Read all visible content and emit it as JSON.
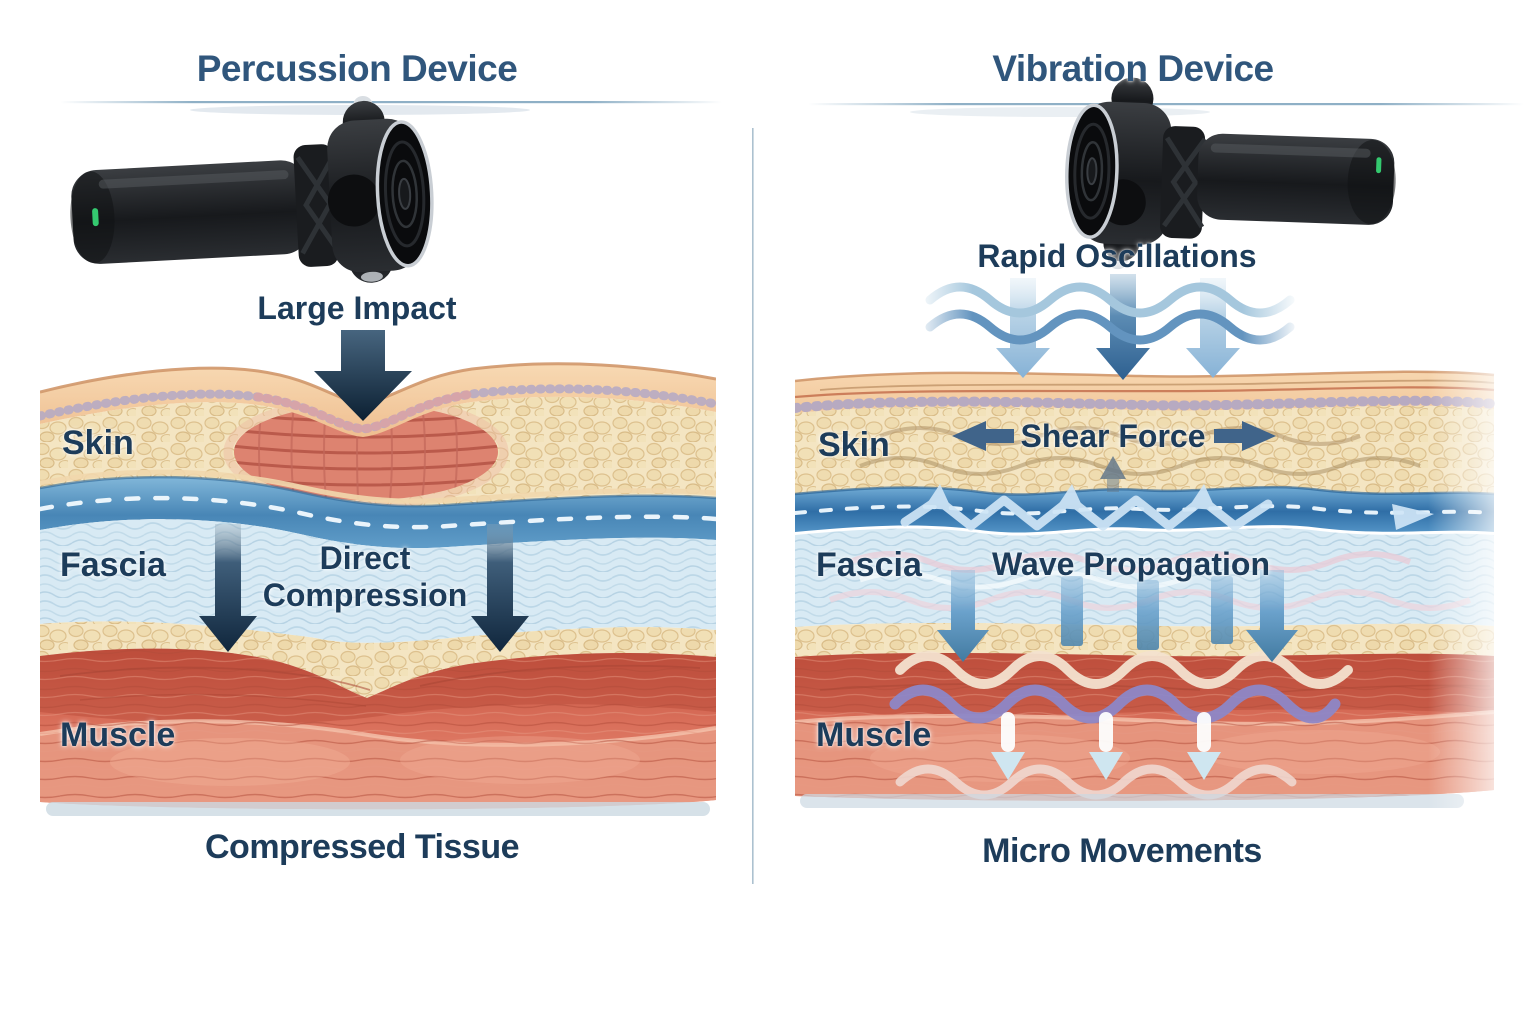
{
  "left_panel": {
    "title": "Percussion Device",
    "impact_label": "Large Impact",
    "direct_compression_line1": "Direct",
    "direct_compression_line2": "Compression",
    "skin_label": "Skin",
    "fascia_label": "Fascia",
    "muscle_label": "Muscle",
    "caption": "Compressed Tissue"
  },
  "right_panel": {
    "title": "Vibration Device",
    "oscillations_label": "Rapid Oscillations",
    "shear_force_label": "Shear Force",
    "wave_propagation_label": "Wave Propagation",
    "skin_label": "Skin",
    "fascia_label": "Fascia",
    "muscle_label": "Muscle",
    "caption": "Micro Movements"
  },
  "icons": {
    "impact_arrow": "large-down-arrow",
    "compression_arrows": "two-down-arrows",
    "oscillation_waves": "two-sine-waves",
    "oscillation_arrows": "three-down-arrows",
    "shear_arrows": "left-right-arrows",
    "fascia_zigzag": "zigzag-ribbon-arrows",
    "wave_propagation_arrows": "five-down-arrows",
    "micro_movement_arrows": "three-white-down-arrows",
    "muscle_waves": "cream-purple-pink-sine-waves",
    "devices": "massage-gun"
  },
  "colors": {
    "title_text": "#30567C",
    "label_text": "#1D3C5A",
    "impact_arrow_navy": "#16314B",
    "vibration_arrow_blue": "#4A85B2",
    "wave_light_blue": "#A5C7DD",
    "wave_medium_blue": "#6394BF",
    "zigzag_arrow_blue": "#CFE5F6",
    "purple_wave": "#8D87C7",
    "skin_tone": "#F2CDA4",
    "fat_tone": "#F4E5C2",
    "fascia_band_blue": "#4886B6",
    "fascia_layer_blue": "#D8EAF4",
    "muscle_red": "#D96F5A",
    "device_body": "#17191C",
    "device_led_green": "#34C96F",
    "divider_line": "#9DB6C8"
  }
}
